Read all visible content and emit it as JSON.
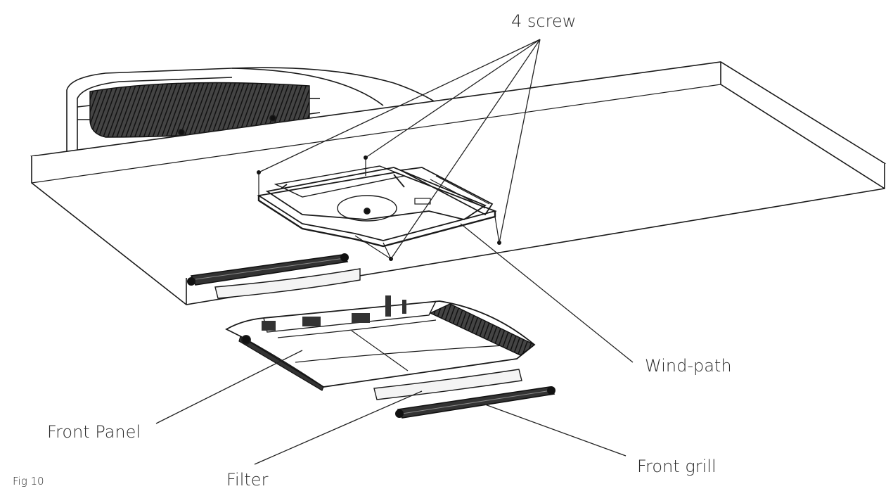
{
  "figure": {
    "caption": "Fig 10",
    "labels": {
      "screws": "4 screw",
      "wind_path": "Wind-path",
      "front_panel": "Front Panel",
      "filter": "Filter",
      "front_grill": "Front grill"
    }
  },
  "colors": {
    "line": "#1a1a1a",
    "text": "#2a2a2a",
    "background": "#ffffff",
    "filter_fill": "#f4f4f4"
  }
}
